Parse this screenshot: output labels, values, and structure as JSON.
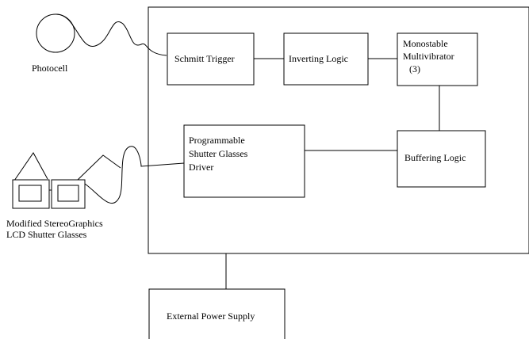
{
  "labels": {
    "photocell": "Photocell",
    "glasses_line1": "Modified StereoGraphics",
    "glasses_line2": "LCD Shutter Glasses"
  },
  "blocks": {
    "schmitt_trigger": [
      "Schmitt Trigger"
    ],
    "inverting_logic": [
      "Inverting Logic"
    ],
    "monostable": [
      "Monostable",
      "Multivibrator",
      "(3)"
    ],
    "buffering_logic": [
      "Buffering Logic"
    ],
    "driver": [
      "Programmable",
      "Shutter Glasses",
      "Driver"
    ],
    "power_supply": [
      "External Power Supply"
    ]
  }
}
